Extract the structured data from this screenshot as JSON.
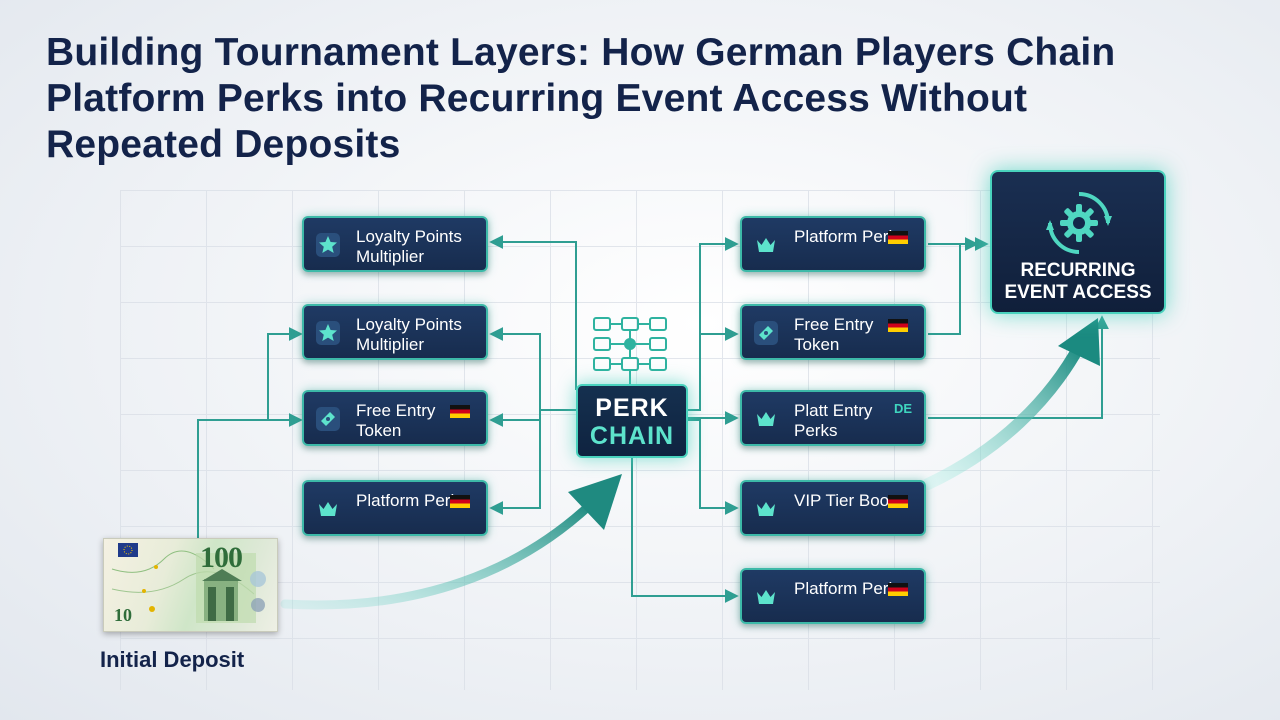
{
  "title": "Building Tournament Layers: How German Players Chain Platform Perks into Recurring Event Access Without Repeated Deposits",
  "source": {
    "label": "Initial Deposit",
    "note_value": "10",
    "note_denomination": "100"
  },
  "hub": {
    "line1": "PERK",
    "line2": "CHAIN"
  },
  "target": {
    "label": "RECURRING EVENT ACCESS",
    "icon": "gear-cycle-icon"
  },
  "left_cards": [
    {
      "label": "Loyalty Points Multiplier",
      "icon": "star-icon",
      "flag": false
    },
    {
      "label": "Loyalty Points Multiplier",
      "icon": "star-icon",
      "flag": false
    },
    {
      "label": "Free Entry Token",
      "icon": "ticket-icon",
      "flag": true
    },
    {
      "label": "Platform Perks",
      "icon": "crown-icon",
      "flag": true
    }
  ],
  "right_cards": [
    {
      "label": "Platform Perks",
      "icon": "crown-icon",
      "flag": true,
      "tag": ""
    },
    {
      "label": "Free Entry Token",
      "icon": "ticket-icon",
      "flag": true,
      "tag": ""
    },
    {
      "label": "Platt Entry Perks",
      "icon": "crown-icon",
      "flag": false,
      "tag": "DE"
    },
    {
      "label": "VIP Tier Boost",
      "icon": "crown-icon",
      "flag": true,
      "tag": ""
    },
    {
      "label": "Platform Perks",
      "icon": "crown-icon",
      "flag": true,
      "tag": ""
    }
  ],
  "colors": {
    "navy": "#13234a",
    "card_bg": "#1f3a64",
    "teal": "#3db9a8",
    "teal_bright": "#5de3cc",
    "wire": "#2f9e92"
  }
}
